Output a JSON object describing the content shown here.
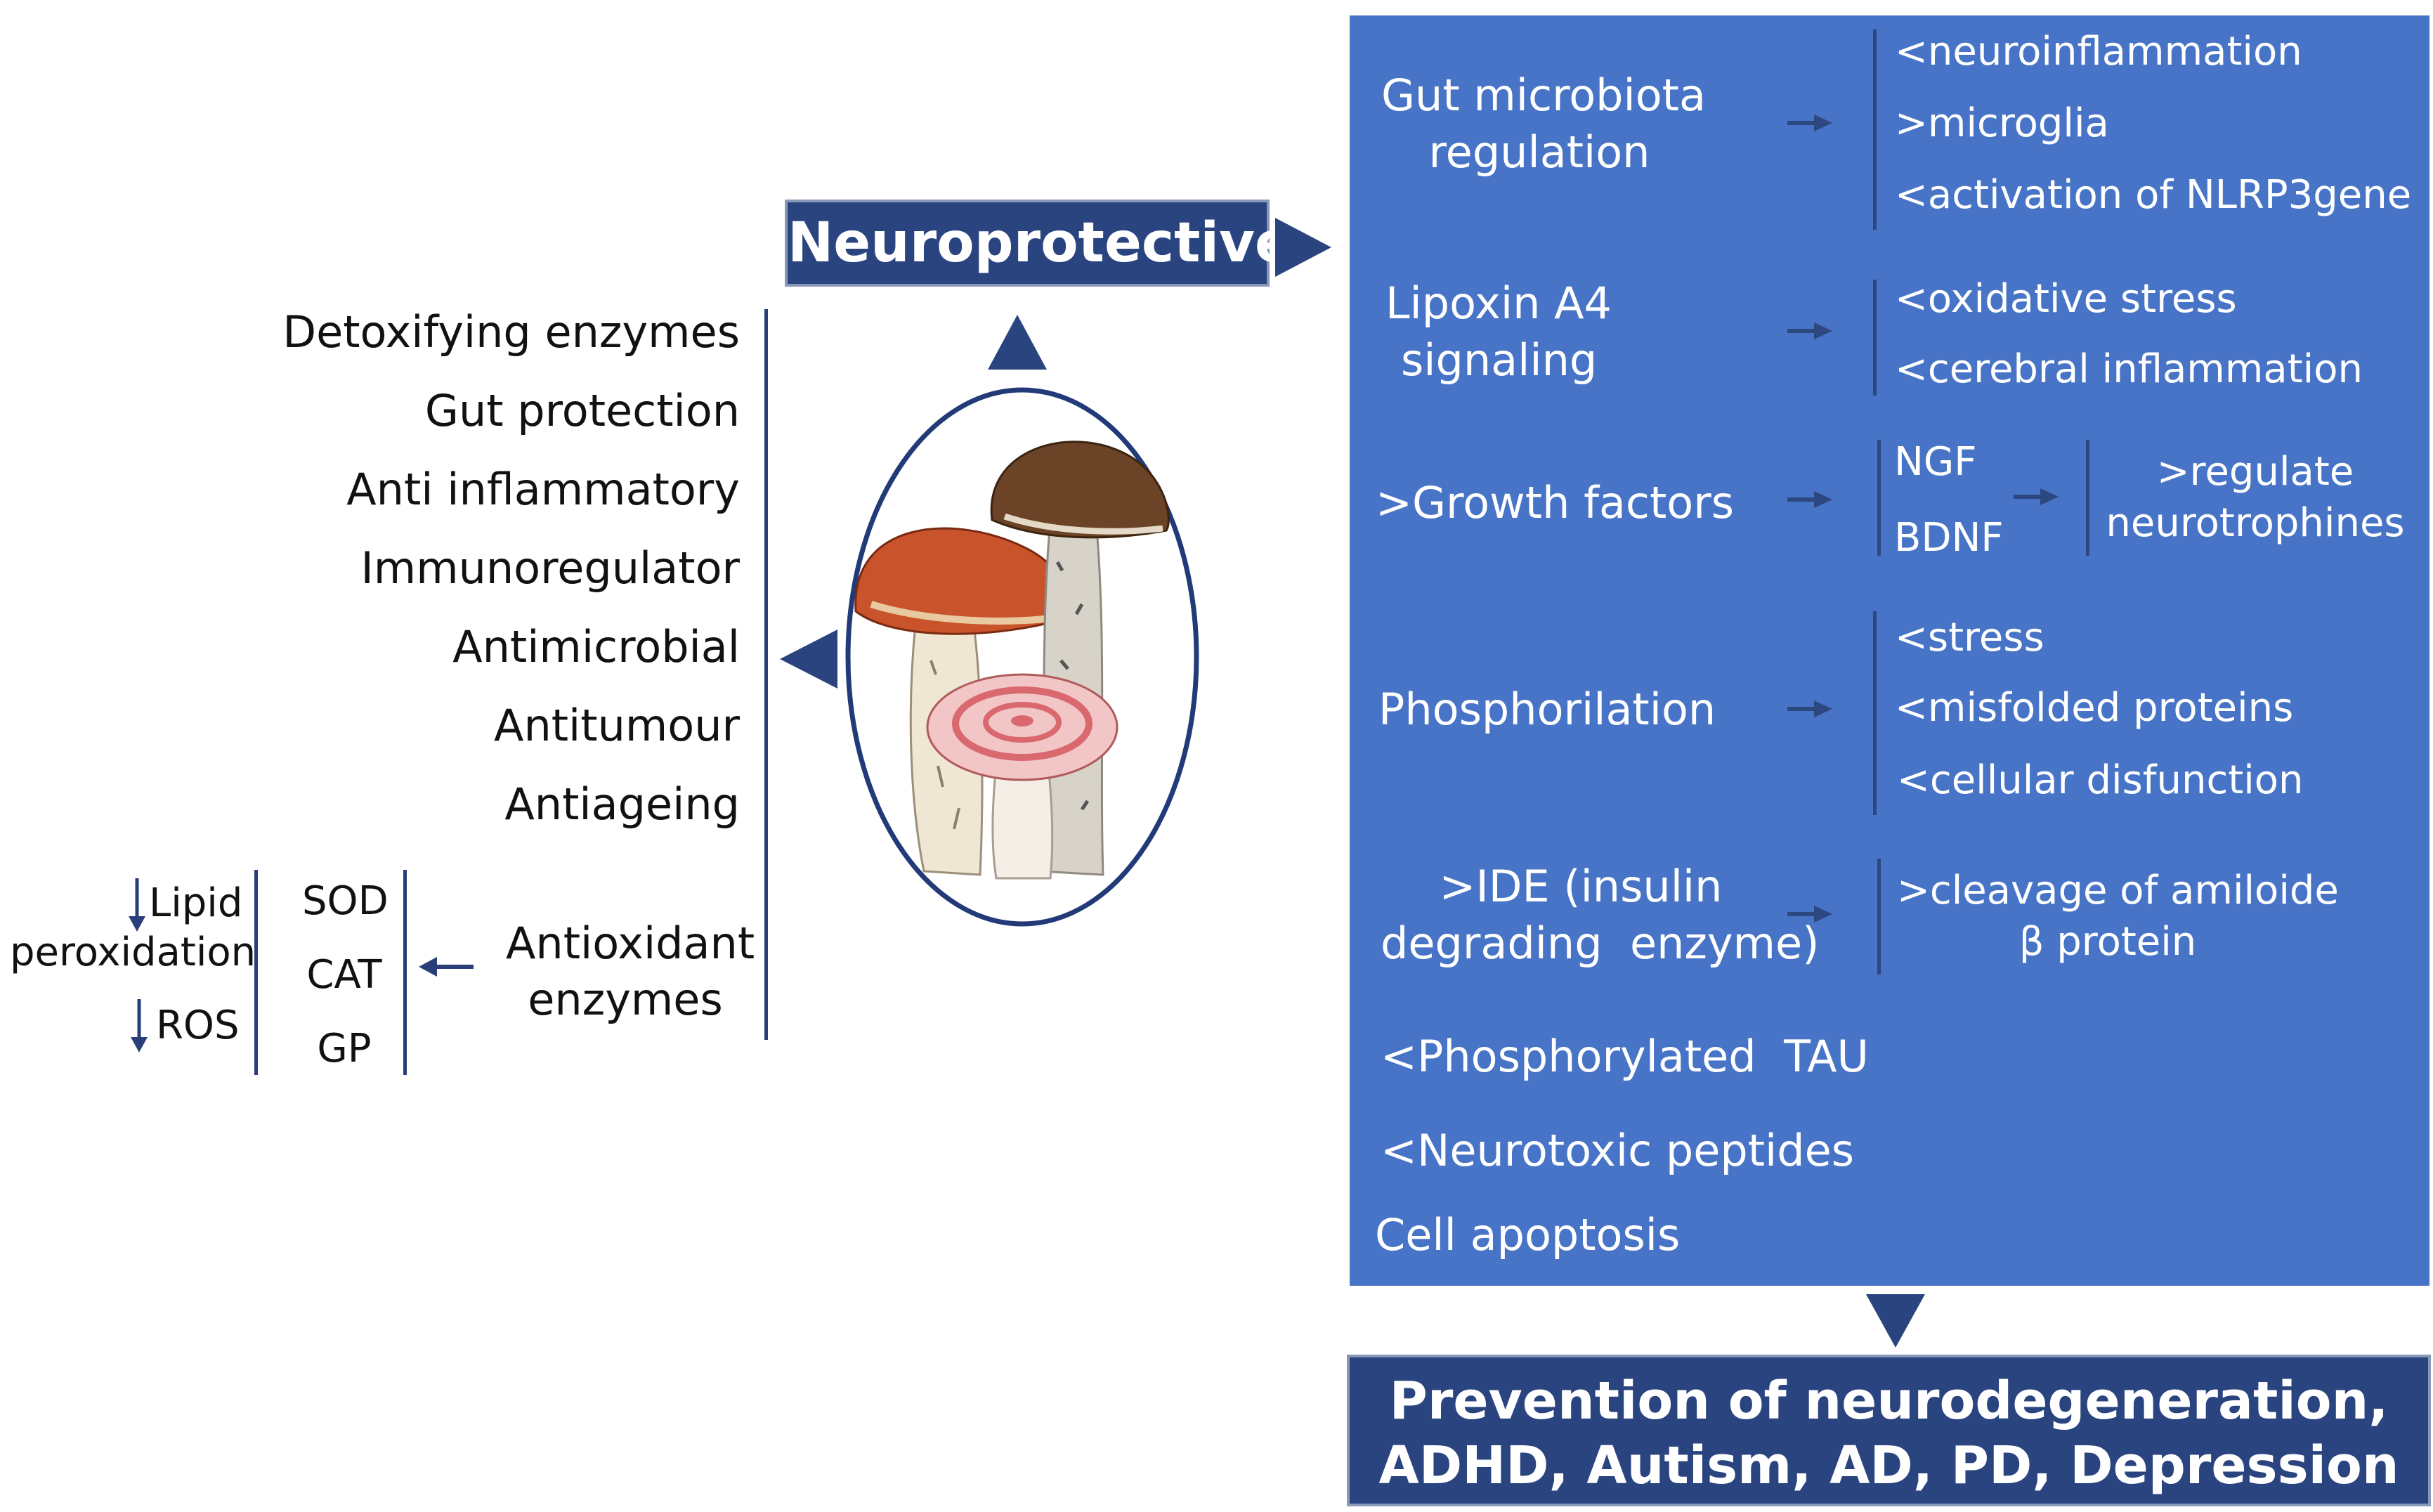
{
  "neuroprotective_label": "Neuroprotective",
  "left_properties": [
    "Detoxifying enzymes",
    "Gut protection",
    "Anti inflammatory",
    "Immunoregulator",
    "Antimicrobial",
    "Antitumour",
    "Antiageing"
  ],
  "antioxidant": {
    "line1": "Antioxidant",
    "line2": "enzymes"
  },
  "enzymes": [
    "SOD",
    "CAT",
    "GP"
  ],
  "effects": {
    "lipid": "Lipid",
    "peroxidation": "peroxidation",
    "ros": "ROS"
  },
  "mechanisms": {
    "gut": {
      "line1": "Gut microbiota",
      "line2": "regulation",
      "effects": [
        "<neuroinflammation",
        ">microglia",
        "<activation of NLRP3gene"
      ]
    },
    "lipoxin": {
      "line1": "Lipoxin A4",
      "line2": "signaling",
      "effects": [
        "<oxidative stress",
        "<cerebral inflammation"
      ]
    },
    "growth": {
      "label": ">Growth factors",
      "factors": [
        "NGF",
        "BDNF"
      ],
      "result_line1": ">regulate",
      "result_line2": "neurotrophines"
    },
    "phos": {
      "label": "Phosphorilation",
      "effects": [
        "<stress",
        "<misfolded proteins",
        "<cellular disfunction"
      ]
    },
    "ide": {
      "line1": ">IDE (insulin",
      "line2": "degrading  enzyme)",
      "effect_line1": ">cleavage of amiloide",
      "effect_line2": "β protein"
    },
    "others": [
      "<Phosphorylated  TAU",
      "<Neurotoxic peptides",
      "Cell apoptosis"
    ]
  },
  "outcome": {
    "line1": "Prevention of neurodegeneration,",
    "line2": "ADHD, Autism, AD, PD, Depression"
  },
  "colors": {
    "panel": "#4774c6",
    "box": "#2a4480",
    "arrow": "#2a3f7a",
    "text_light": "#ffffff"
  }
}
